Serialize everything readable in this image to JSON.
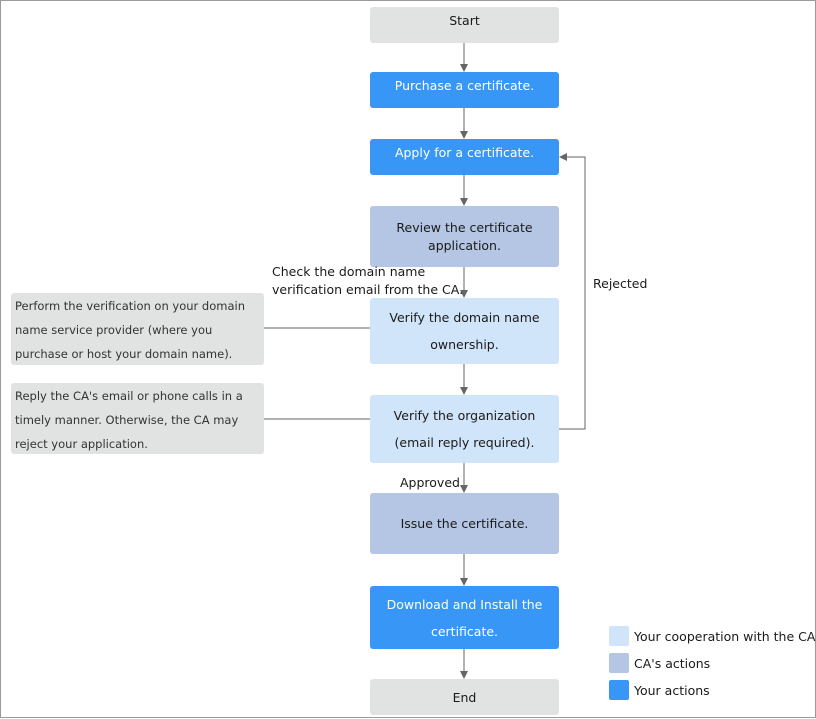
{
  "nodes": {
    "start": "Start",
    "purchase": "Purchase a certificate.",
    "apply": "Apply for a certificate.",
    "review": "Review the certificate application.",
    "verify_domain": "Verify the domain name ownership.",
    "verify_org": "Verify the organization (email reply required).",
    "issue": "Issue the certificate.",
    "download": "Download and Install the certificate.",
    "end": "End"
  },
  "notes": {
    "domain_provider": "Perform the verification on your domain name service provider (where you purchase or host your domain name).",
    "ca_reply": "Reply the CA's email or phone calls in a timely manner. Otherwise, the CA may reject your application."
  },
  "labels": {
    "check_email_line1": "Check the domain name",
    "check_email_line2": "verification email from the CA.",
    "rejected": "Rejected",
    "approved": "Approved"
  },
  "legend": [
    {
      "label": "Your cooperation with the CA",
      "color": "#d1e5fa"
    },
    {
      "label": "CA's actions",
      "color": "#b4c6e4"
    },
    {
      "label": "Your actions",
      "color": "#3897f6"
    }
  ],
  "colors": {
    "terminal": "#e1e3e3",
    "user_action": "#3897f6",
    "ca_action": "#b4c6e4",
    "cooperation": "#d1e5fa",
    "note": "#e1e3e3",
    "connector": "#666666"
  }
}
